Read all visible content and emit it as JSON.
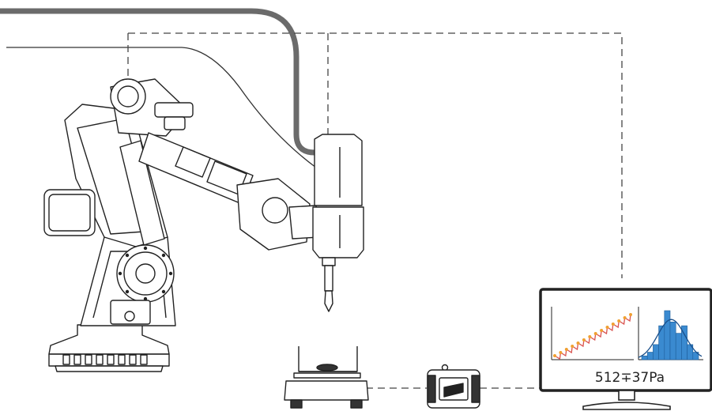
{
  "monitor": {
    "readout": "512∓37Pa"
  },
  "colors": {
    "line_art": "#222222",
    "hose": "#6b6b6b",
    "signal_dashes": "#444444",
    "series_line": "#d9534f",
    "series_markers": "#f0a030",
    "histogram_bars": "#3a8ad0",
    "histogram_fit": "#1a4f8a"
  },
  "chart_data": [
    {
      "type": "line",
      "series": [
        {
          "values": [
            1,
            2,
            3,
            4,
            5,
            6,
            7,
            8,
            9,
            10,
            11,
            12,
            13,
            14
          ]
        }
      ]
    },
    {
      "type": "bar",
      "values": [
        1,
        2,
        4,
        9,
        13,
        10,
        7,
        9,
        4,
        2
      ]
    }
  ],
  "icons": [
    "industrial-robot-icon",
    "dispensing-nozzle-icon",
    "weighing-scale-icon",
    "data-acquisition-device-icon",
    "monitor-icon"
  ]
}
